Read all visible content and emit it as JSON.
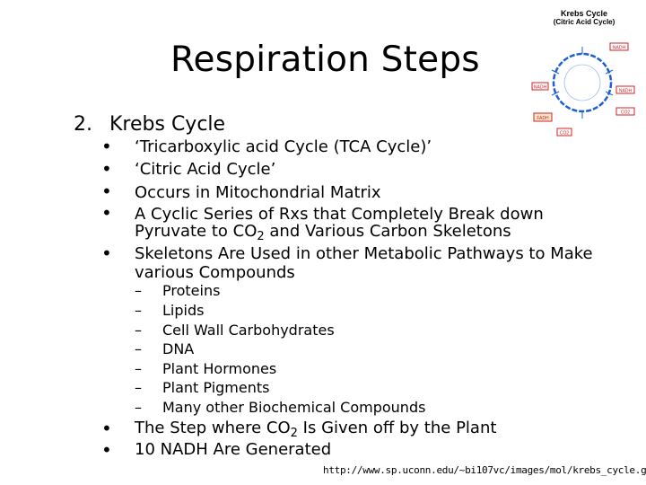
{
  "slide": {
    "title": "Respiration Steps",
    "section_number": "2.",
    "section_title": "Krebs Cycle",
    "bullets": [
      {
        "line1": "‘Tricarboxylic acid Cycle (TCA Cycle)’"
      },
      {
        "line1": "‘Citric Acid Cycle’"
      },
      {
        "line1": "Occurs in Mitochondrial Matrix"
      },
      {
        "line1": "A Cyclic Series of Rxs that Completely Break down",
        "line2_pre": "Pyruvate to CO",
        "line2_sub": "2",
        "line2_post": " and Various Carbon Skeletons"
      },
      {
        "line1": "Skeletons Are Used in other Metabolic Pathways to Make",
        "line2": "various Compounds"
      },
      {
        "line_pre": "The Step where CO",
        "line_sub": "2",
        "line_post": " Is Given off by the Plant"
      },
      {
        "line1": "10 NADH Are Generated"
      }
    ],
    "sub_items": [
      "Proteins",
      "Lipids",
      "Cell Wall Carbohydrates",
      "DNA",
      "Plant Hormones",
      "Plant Pigments",
      "Many other Biochemical Compounds"
    ],
    "bullet_char": "•",
    "dash_char": "–",
    "source_url": "http://www.sp.uconn.edu/~bi107vc/images/mol/krebs_cycle.gif"
  },
  "diagram": {
    "title_line1": "Krebs Cycle",
    "title_line2": "(Citric Acid Cycle)",
    "labels": [
      "NADH",
      "NADH",
      "NADH",
      "FADH",
      "CO2",
      "CO2"
    ],
    "colors": {
      "cycle": "#1e5fd6",
      "box": "#d32020"
    }
  }
}
